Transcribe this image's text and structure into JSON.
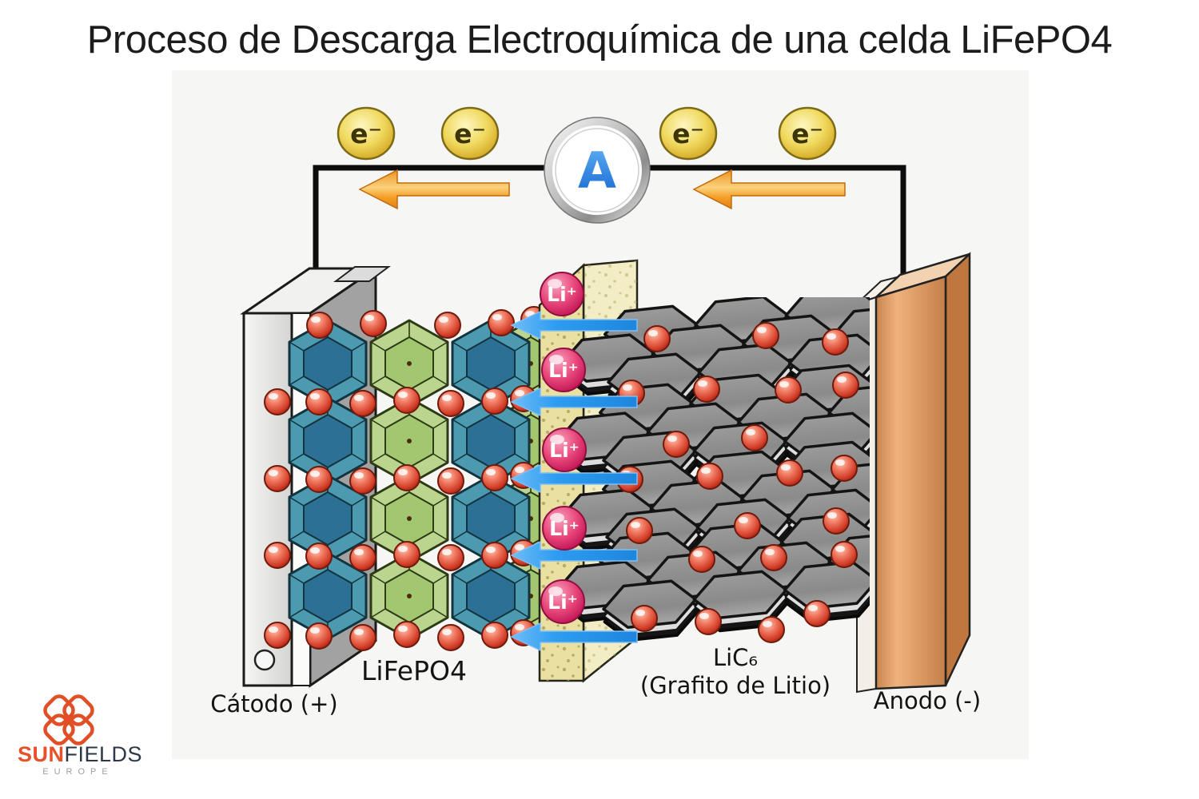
{
  "title": "Proceso de Descarga Electroquímica de una celda LiFePO4",
  "circuit": {
    "electron_label": "e⁻",
    "electron_count": 4,
    "ammeter_label": "A",
    "current_direction": "left",
    "wire_color": "#0d0d0d",
    "electron_color": "#f0d95e",
    "current_arrow_color": "#f5a028"
  },
  "cell": {
    "cathode_label": "Cátodo (+)",
    "cathode_material_label": "LiFePO4",
    "anode_label": "Anodo (-)",
    "anode_material_label": "LiC₆",
    "anode_material_sublabel": "(Grafito de Litio)",
    "li_ion_label": "Li⁺",
    "li_ion_count": 5,
    "li_ion_color": "#e0336e",
    "li_ion_arrow_color": "#2f9cf1",
    "lithium_site_color": "#e05545",
    "cathode_crystal_blue": "#2d7095",
    "cathode_crystal_green": "#a3c671",
    "separator_color": "#e9e0a2",
    "graphite_color": "#8f8f8f",
    "copper_collector_color": "#d08c57",
    "aluminum_collector_color": "#d8d8d8"
  },
  "logo": {
    "brand_sun": "SUN",
    "brand_fields": "FIELDS",
    "brand_sub": "EUROPE",
    "accent_color": "#e14f26"
  }
}
